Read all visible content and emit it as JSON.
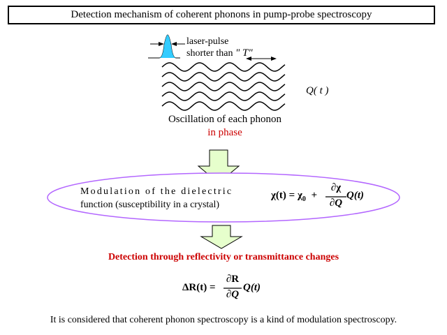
{
  "title": "Detection mechanism of coherent phonons in pump-probe spectroscopy",
  "pulse_label": {
    "line1": "laser-pulse",
    "line2": "shorter than",
    "period_symbol": "\" T\""
  },
  "oscillation": {
    "coordinate_label": "Q",
    "time_var": "t",
    "caption": "Oscillation of each phonon",
    "caption_highlight": "in phase"
  },
  "modulation": {
    "line1": "Modulation of the dielectric",
    "line2": "function (susceptibility in a crystal)",
    "formula": {
      "lhs": "χ(t) = χ",
      "subscript": "0",
      "plus": "+",
      "numerator": "∂χ",
      "denominator": "∂Q",
      "rhs": "Q(t)"
    }
  },
  "detection": {
    "text": "Detection through reflectivity or transmittance changes",
    "formula": {
      "lhs": "ΔR(t) =",
      "numerator": "∂R",
      "denominator": "∂Q",
      "rhs": "Q(t)"
    }
  },
  "conclusion": "It is considered that coherent phonon spectroscopy is a kind of modulation spectroscopy.",
  "colors": {
    "arrow_fill": "#e6ffcc",
    "ellipse_stroke": "#b366ff",
    "pulse_fill": "#33ccff",
    "highlight_text": "#cc0000"
  }
}
